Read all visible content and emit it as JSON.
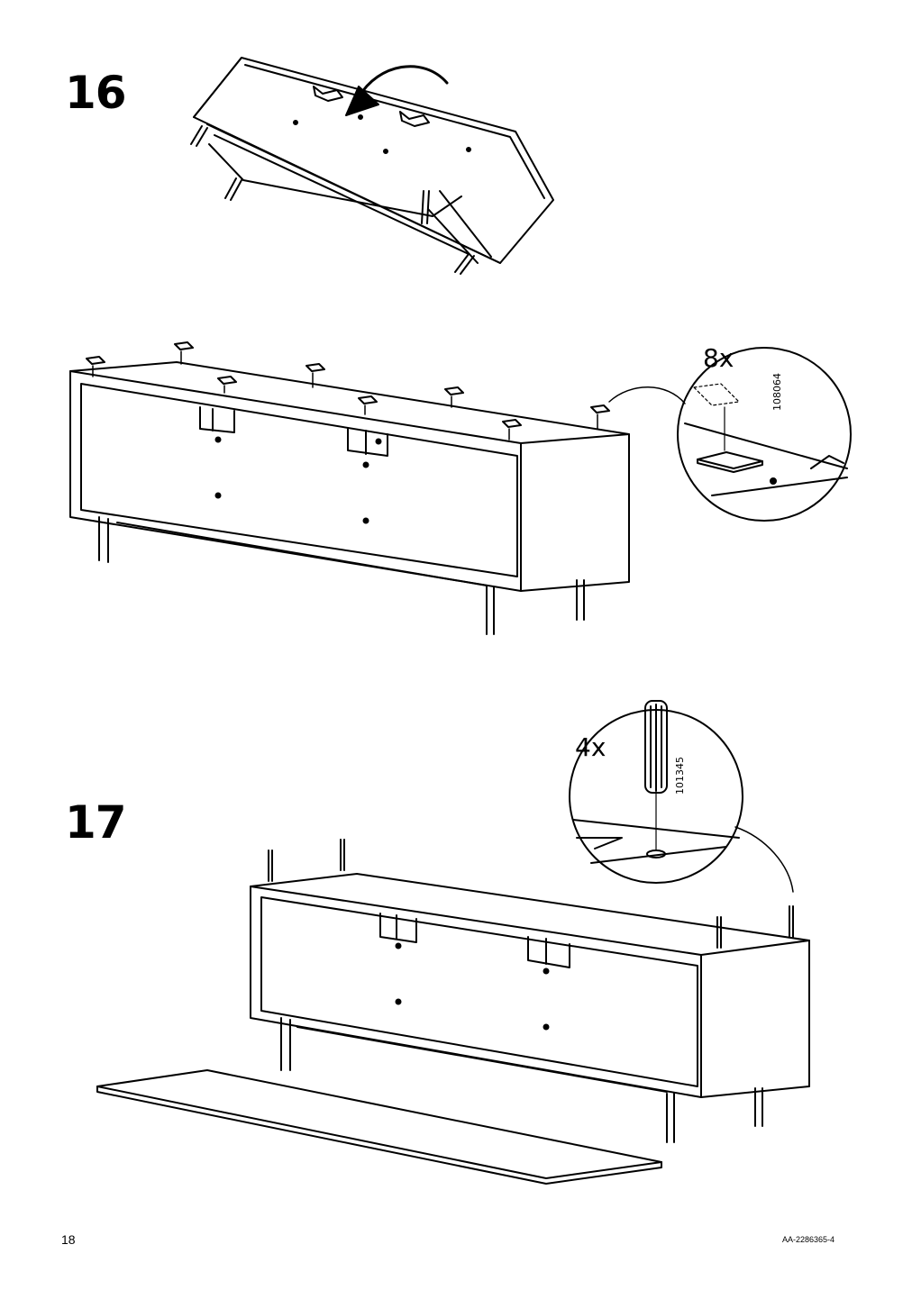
{
  "steps": [
    {
      "number": "16"
    },
    {
      "number": "17"
    }
  ],
  "detail_16": {
    "quantity": "8x",
    "part_number": "108064"
  },
  "detail_17": {
    "quantity": "4x",
    "part_number": "101345"
  },
  "footer": {
    "page_number": "18",
    "document_code": "AA-2286365-4"
  }
}
